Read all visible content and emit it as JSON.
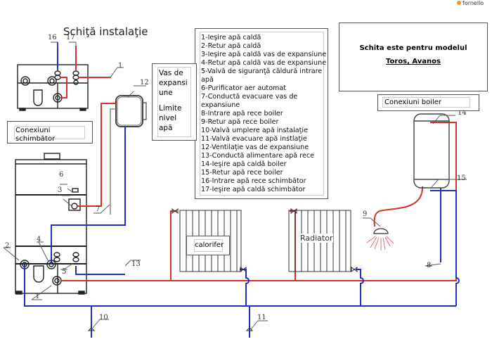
{
  "title": "Schiţă instalaţie",
  "brand": "fornello",
  "colors": {
    "hot": "#d9302c",
    "cold": "#1f2fbf",
    "line": "#333333"
  },
  "model_box": {
    "line1": "Schita este pentru modelul",
    "line2": "Toros, Avanos"
  },
  "labels": {
    "exchanger_connections": "Conexiuni schimbător",
    "boiler_connections": "Conexiuni boiler",
    "expansion_vessel": "Vas de expansi une",
    "expansion_vessel_lines": [
      "Vas de",
      "expansi",
      "une"
    ],
    "water_limits_lines": [
      "Limite",
      "nivel",
      "apă"
    ],
    "calorifer": "calorifer",
    "radiator": "Radiator"
  },
  "legend": [
    "1-Ieşire apă caldă",
    "2-Retur apă caldă",
    "3-Ieşire apă caldă vas de expansiune",
    "4-Retur apă caldă vas de expansiune",
    "5-Valvă de siguranţă căldură intrare",
    "apă",
    "6-Purificator aer automat",
    "7-Conductă evacuare vas de",
    "expansiune",
    "8-Intrare apă rece boiler",
    "9-Retur apă rece boiler",
    "10-Valvă umplere apă instalaţie",
    "11-Valvă evacuare apă instlaţie",
    "12-Ventilaţie vas de expansiune",
    "13-Conductă alimentare apă rece",
    "14-Ieşire apă caldă boiler",
    "15-Retur apă rece boiler",
    "16-Intrare apă rece schimbător",
    "17-Ieşire apă caldă schimbător"
  ],
  "callouts": [
    "1",
    "2",
    "3",
    "4",
    "5",
    "6",
    "7",
    "8",
    "9",
    "10",
    "11",
    "12",
    "13",
    "14",
    "15",
    "16",
    "17"
  ]
}
